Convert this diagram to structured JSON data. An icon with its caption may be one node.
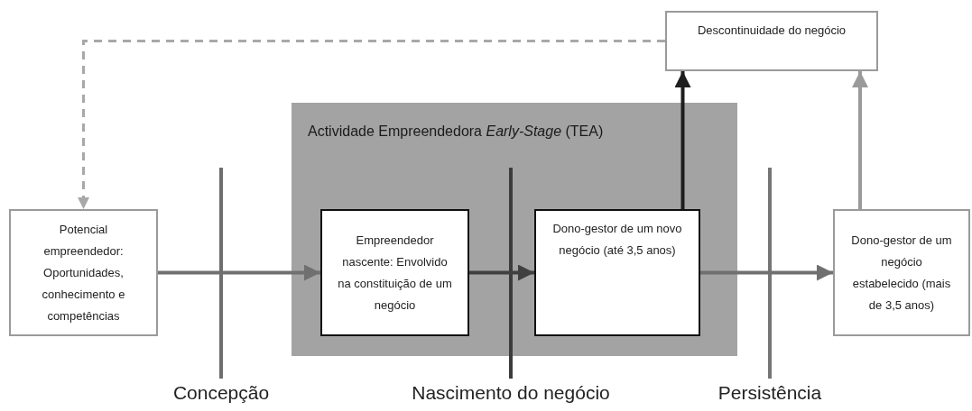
{
  "diagram": {
    "nodes": [
      {
        "text": [
          "Descontinuidade do negócio"
        ]
      },
      {
        "text": [
          "Actividade Empreendedora *Early-Stage* (TEA)"
        ]
      },
      {
        "text": [
          "Potencial empreendedor: Oportunidades, conhecimento e competências"
        ]
      },
      {
        "text": [
          "Empreendedor nascente: Envolvido na constituição de um negócio"
        ],
        "in": 1
      },
      {
        "text": [
          "Dono-gestor de um novo negócio (até 3,5 anos)"
        ],
        "in": 1
      },
      {
        "text": [
          "Dono-gestor de um negócio estabelecido (mais de 3,5 anos)"
        ]
      }
    ],
    "edges": [
      {
        "from": 2,
        "to": 3,
        "arrow": "to"
      },
      {
        "from": 3,
        "to": 4,
        "arrow": "to",
        "color": "#404040"
      },
      {
        "from": 4,
        "to": 5,
        "arrow": "to"
      },
      {
        "from": 4,
        "to": 0,
        "arrow": "to",
        "color": "#1e1e1e"
      },
      {
        "from": 5,
        "to": 0,
        "arrow": "to",
        "color": "#9a9a9a"
      },
      {
        "from": 0,
        "to": 2,
        "arrow": "to",
        "style": "dashed",
        "color": "#a8a8a8"
      }
    ],
    "labels": [
      "Concepção",
      "Nascimento do negócio",
      "Persistência"
    ]
  }
}
